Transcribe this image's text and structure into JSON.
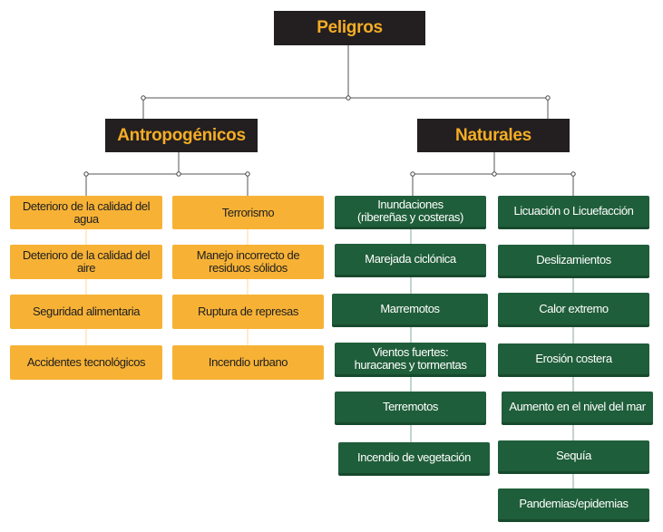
{
  "root": {
    "label": "Peligros"
  },
  "categories": [
    {
      "label": "Antropogénicos"
    },
    {
      "label": "Naturales"
    }
  ],
  "antropogenicos": {
    "col1": [
      "Deterioro de la calidad del agua",
      "Deterioro de la calidad del aire",
      "Seguridad alimentaria",
      "Accidentes tecnológicos"
    ],
    "col2": [
      "Terrorismo",
      "Manejo incorrecto de residuos sólidos",
      "Ruptura de represas",
      "Incendio urbano"
    ]
  },
  "naturales": {
    "col1": [
      "Inundaciones\n(ribereñas y costeras)",
      "Marejada ciclónica",
      "Marremotos",
      "Vientos fuertes:\nhuracanes y tormentas",
      "Terremotos",
      "Incendio de vegetación"
    ],
    "col2": [
      "Licuación o Licuefacción",
      "Deslizamientos",
      "Calor extremo",
      "Erosión costera",
      "Aumento en el nivel del mar",
      "Sequía",
      "Pandemias/epidemias"
    ]
  },
  "colors": {
    "dark_box": "#231f20",
    "dark_text": "#f5ad25",
    "orange_box": "#f7b236",
    "green_box": "#1f5e3a",
    "connector": "#555555"
  }
}
